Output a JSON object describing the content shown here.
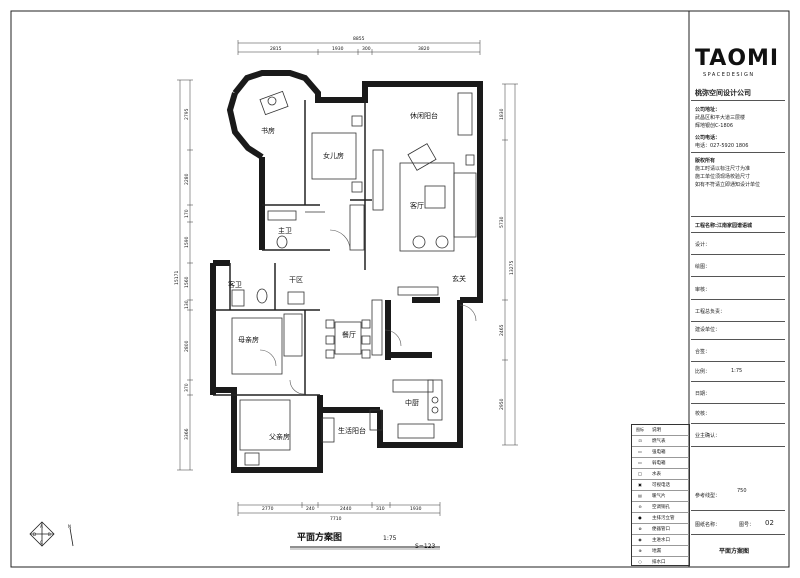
{
  "plan": {
    "title": "平面方案图",
    "scale": "1:75",
    "area": "S=123",
    "rooms": [
      {
        "id": "study",
        "label": "书房"
      },
      {
        "id": "daughter",
        "label": "女儿房"
      },
      {
        "id": "leisure",
        "label": "休闲阳台"
      },
      {
        "id": "living",
        "label": "客厅"
      },
      {
        "id": "master_bath",
        "label": "主卫"
      },
      {
        "id": "dry",
        "label": "干区"
      },
      {
        "id": "guest_bath",
        "label": "客卫"
      },
      {
        "id": "entry",
        "label": "玄关"
      },
      {
        "id": "mother",
        "label": "母亲房"
      },
      {
        "id": "dining",
        "label": "餐厅"
      },
      {
        "id": "kitchen",
        "label": "中厨"
      },
      {
        "id": "father",
        "label": "父亲房"
      },
      {
        "id": "service",
        "label": "生活阳台"
      }
    ],
    "dims_top": {
      "total": "8855",
      "parts": [
        "2815",
        "1930",
        "300",
        "3820"
      ]
    },
    "dims_bottom": {
      "total": "7710",
      "parts": [
        "2770",
        "240",
        "2440",
        "310",
        "1930"
      ]
    },
    "dims_left": {
      "total": "15171",
      "parts": [
        "2795",
        "2280",
        "170",
        "1590",
        "1560",
        "130",
        "2800",
        "370",
        "3366"
      ]
    },
    "dims_right": {
      "total": "13275",
      "parts": [
        "1830",
        "5730",
        "2465",
        "2950"
      ]
    }
  },
  "titleblock": {
    "logo": "TAOMI",
    "logo_sub": "SPACEDESIGN",
    "company": "桃弥空间设计公司",
    "addr_label": "公司地址：",
    "addr_1": "武昌区和平大道三层楼",
    "addr_2": "辉地银创C-1806",
    "tel_label": "公司电话：",
    "tel": "电话：027-5920 1806",
    "rights_1": "版权所有",
    "rights_2": "施工时请以标注尺寸为准",
    "rights_3": "施工单位须现场校验尺寸",
    "rights_4": "如有不符请立即通知设计单位",
    "project": "工程名称:江南家园谱语城",
    "fields": [
      "设计：",
      "绘图：",
      "审核：",
      "工程总负责：",
      "建设单位：",
      "合签：",
      "比例：",
      "日期：",
      "校核：",
      "业主确认："
    ],
    "ratio": "1:75",
    "ref_label": "参考线型：",
    "ref_val": "750",
    "sheet_name_label": "图纸名称：",
    "sheet_no_label": "图号：",
    "sheet_no": "02",
    "sheet_name": "平面方案图"
  },
  "legend": {
    "head_icon": "图标",
    "head_desc": "说明",
    "items": [
      "燃气表",
      "强电箱",
      "弱电箱",
      "水表",
      "可视电话",
      "暖气片",
      "空调铜孔",
      "主排污立管",
      "便器管口",
      "主进水口",
      "地漏",
      "排水口"
    ]
  }
}
